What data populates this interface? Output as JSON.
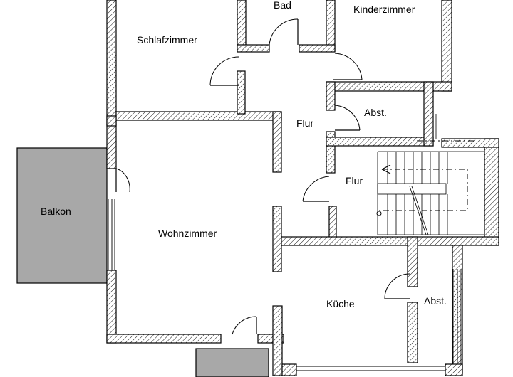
{
  "rooms": {
    "bad": "Bad",
    "kinderzimmer": "Kinderzimmer",
    "schlafzimmer": "Schlafzimmer",
    "flur_upper": "Flur",
    "abst_upper": "Abst.",
    "flur_stair": "Flur",
    "balkon": "Balkon",
    "wohnzimmer": "Wohnzimmer",
    "kueche": "Küche",
    "abst_lower": "Abst."
  },
  "colors": {
    "wall_line": "#000000",
    "balcony_fill": "#a8a8a8",
    "background": "#ffffff"
  }
}
